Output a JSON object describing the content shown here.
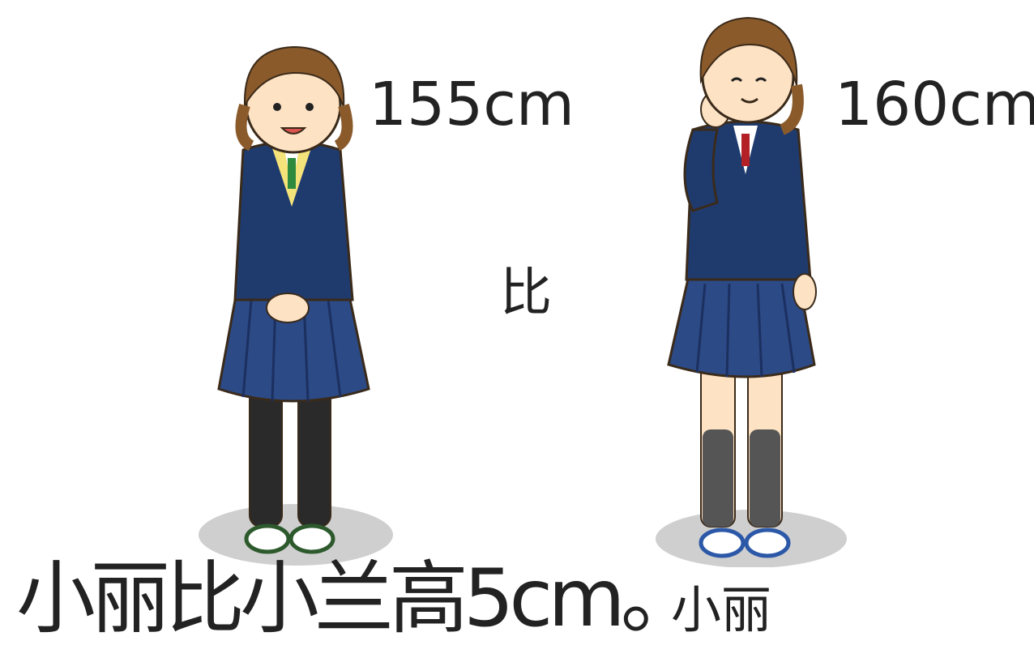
{
  "figures": [
    {
      "height_label": "155cm",
      "colors": {
        "blazer": "#1f3b6e",
        "skirt": "#2c4a86",
        "tie": "#2e8a3c",
        "legs": "#2a2a2a"
      }
    },
    {
      "height_label": "160cm",
      "colors": {
        "blazer": "#1f3b6e",
        "skirt": "#2c4a86",
        "tie": "#b32025",
        "legs": "#555555"
      }
    }
  ],
  "compare_char": "比",
  "sentence": "小丽比小兰高5cm。",
  "name_label": "小丽"
}
